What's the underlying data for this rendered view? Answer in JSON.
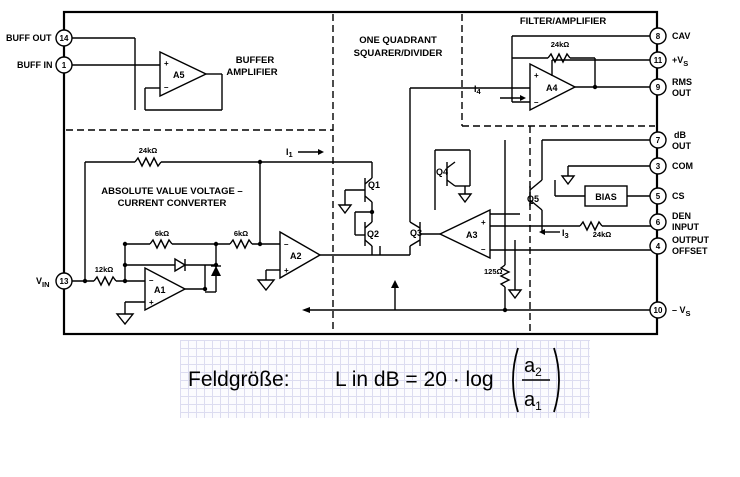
{
  "block_titles": {
    "buffer": [
      "BUFFER",
      "AMPLIFIER"
    ],
    "squarer": [
      "ONE QUADRANT",
      "SQUARER/DIVIDER"
    ],
    "filter": "FILTER/AMPLIFIER",
    "converter": [
      "ABSOLUTE VALUE VOLTAGE –",
      "CURRENT CONVERTER"
    ]
  },
  "pins": [
    {
      "num": "14",
      "label": "BUFF OUT"
    },
    {
      "num": "1",
      "label": "BUFF IN"
    },
    {
      "num": "13",
      "label": "V",
      "sub": "IN"
    },
    {
      "num": "8",
      "label": "CAV"
    },
    {
      "num": "11",
      "label": "+V",
      "sub": "S"
    },
    {
      "num": "9",
      "label": "RMS",
      "label2": "OUT"
    },
    {
      "num": "7",
      "label": "dB",
      "label2": "OUT"
    },
    {
      "num": "3",
      "label": "COM"
    },
    {
      "num": "5",
      "label": "CS"
    },
    {
      "num": "6",
      "label": "DEN",
      "label2": "INPUT"
    },
    {
      "num": "4",
      "label": "OUTPUT",
      "label2": "OFFSET"
    },
    {
      "num": "10",
      "label": "– V",
      "sub": "S"
    }
  ],
  "amplifiers": [
    "A5",
    "A1",
    "A2",
    "A3",
    "A4"
  ],
  "transistors": [
    "Q1",
    "Q2",
    "Q3",
    "Q4",
    "Q5"
  ],
  "resistors": [
    "24kΩ",
    "6kΩ",
    "6kΩ",
    "12kΩ",
    "24kΩ",
    "24kΩ",
    "125Ω"
  ],
  "currents": {
    "i1": "I",
    "i1_sub": "1",
    "i3": "I",
    "i3_sub": "3",
    "i4": "I",
    "i4_sub": "4"
  },
  "bias_label": "BIAS",
  "formula": {
    "prefix": "Feldgröße:",
    "expr": "L in dB = 20 · log",
    "numerator": "a",
    "numerator_sub": "2",
    "denominator": "a",
    "denominator_sub": "1"
  }
}
